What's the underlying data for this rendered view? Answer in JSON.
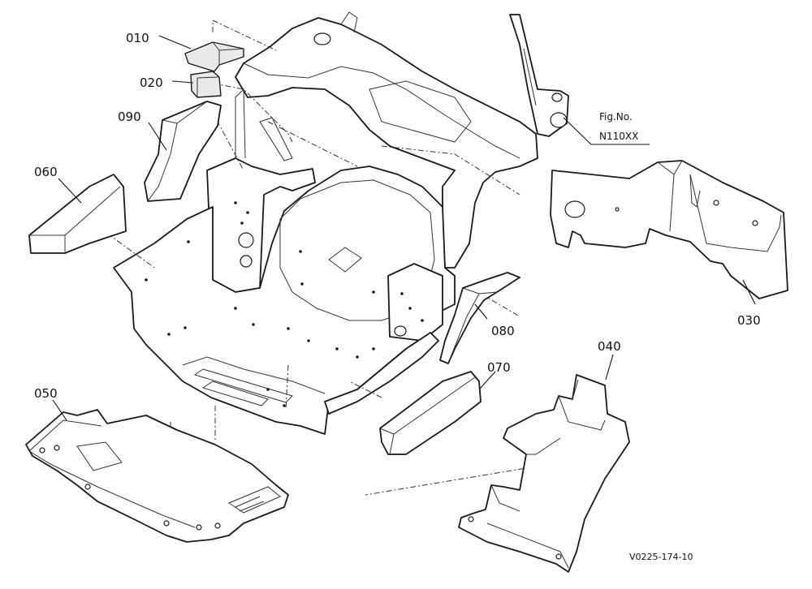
{
  "figure": {
    "fig_no_label": "Fig.No.",
    "fig_no_value": "N110XX",
    "drawing_code": "V0225-174-10"
  },
  "parts": [
    {
      "ref": "010",
      "name": "part-010"
    },
    {
      "ref": "020",
      "name": "part-020"
    },
    {
      "ref": "030",
      "name": "part-030"
    },
    {
      "ref": "040",
      "name": "part-040"
    },
    {
      "ref": "050",
      "name": "part-050"
    },
    {
      "ref": "060",
      "name": "part-060"
    },
    {
      "ref": "070",
      "name": "part-070"
    },
    {
      "ref": "080",
      "name": "part-080"
    },
    {
      "ref": "090",
      "name": "part-090"
    }
  ]
}
